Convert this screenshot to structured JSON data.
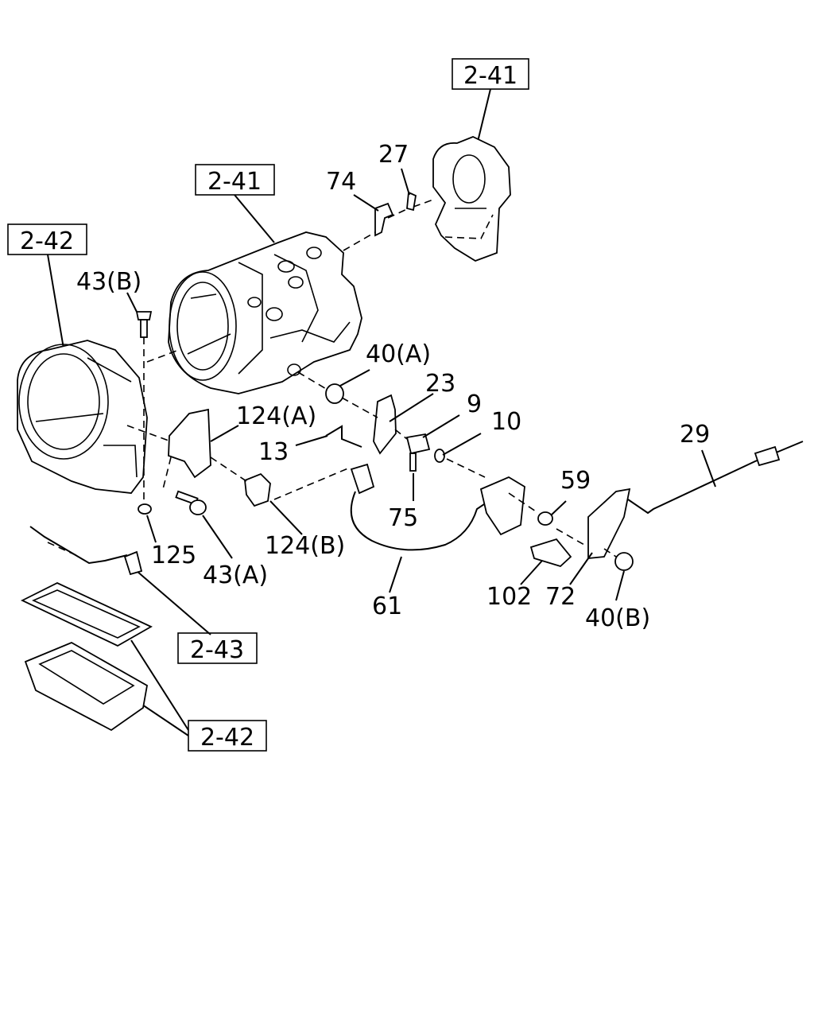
{
  "labels": {
    "ref_2_41_top": "2-41",
    "ref_2_41_mid": "2-41",
    "ref_2_42_left": "2-42",
    "ref_2_43": "2-43",
    "ref_2_42_bottom": "2-42",
    "p27": "27",
    "p74": "74",
    "p43B": "43(B)",
    "p40A": "40(A)",
    "p23": "23",
    "p9": "9",
    "p10": "10",
    "p124A": "124(A)",
    "p13": "13",
    "p29": "29",
    "p59": "59",
    "p75": "75",
    "p124B": "124(B)",
    "p125": "125",
    "p43A": "43(A)",
    "p61": "61",
    "p102": "102",
    "p72": "72",
    "p40B": "40(B)"
  }
}
